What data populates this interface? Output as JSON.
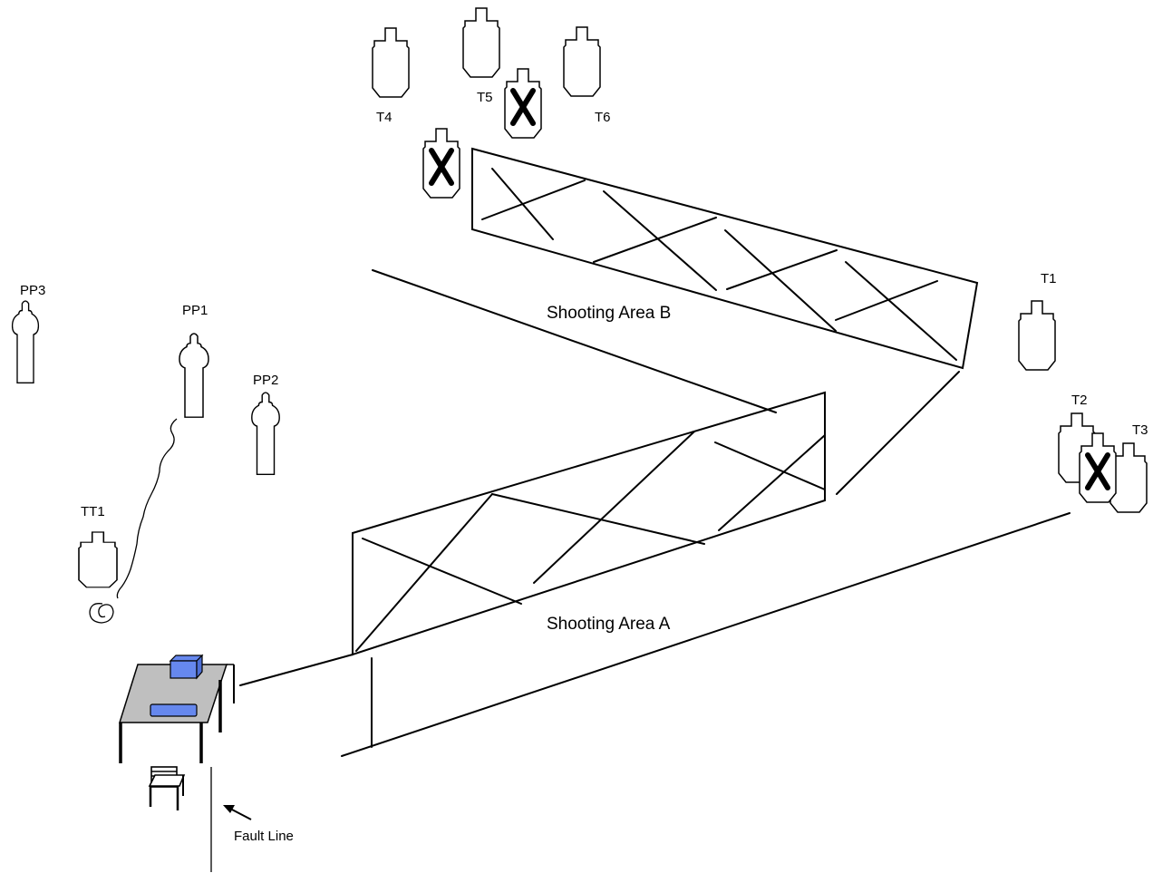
{
  "diagram": {
    "areas": {
      "a": "Shooting Area A",
      "b": "Shooting Area B"
    },
    "targets": {
      "t1": "T1",
      "t2": "T2",
      "t3": "T3",
      "t4": "T4",
      "t5": "T5",
      "t6": "T6",
      "tt1": "TT1"
    },
    "poppers": {
      "pp1": "PP1",
      "pp2": "PP2",
      "pp3": "PP3"
    },
    "fault_line": "Fault Line"
  },
  "colors": {
    "table_top": "#bfbfbf",
    "box": "#6688ee",
    "ink": "#000000"
  }
}
